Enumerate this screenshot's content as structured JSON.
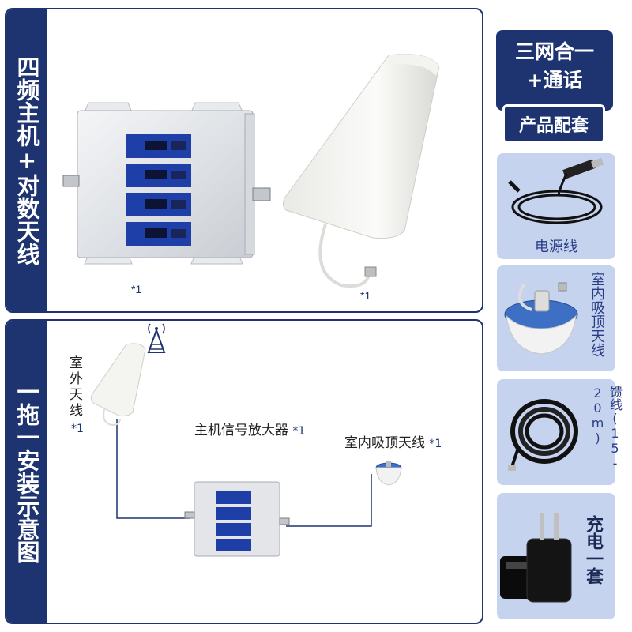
{
  "top_panel": {
    "title": "四频主机+对数天线",
    "qty_host": "*1",
    "qty_antenna": "*1"
  },
  "bottom_panel": {
    "title": "一拖一安装示意图",
    "outdoor_antenna_label": "室外天线",
    "outdoor_antenna_qty": "*1",
    "amplifier_label": "主机信号放大器",
    "amplifier_qty": "*1",
    "indoor_antenna_label": "室内吸顶天线",
    "indoor_antenna_qty": "*1"
  },
  "sidebar": {
    "badge_line1": "三网合一",
    "badge_line2": "+通话",
    "sub_badge": "产品配套",
    "items": [
      {
        "label": "电源线",
        "icon": "power-cable-icon"
      },
      {
        "label": "室内吸顶天线",
        "icon": "ceiling-antenna-icon"
      },
      {
        "label": "馈线(15-20m)",
        "icon": "coax-cable-icon"
      },
      {
        "label": "充电一套",
        "icon": "charger-icon"
      }
    ]
  },
  "colors": {
    "navy": "#1e3470",
    "card_bg": "#c5d3ee",
    "device_blue": "#1f3fa8"
  }
}
